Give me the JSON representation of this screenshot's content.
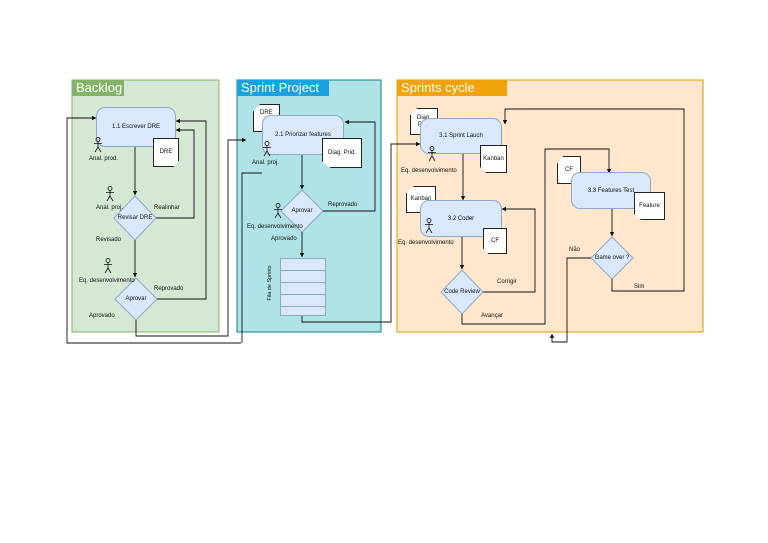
{
  "lanes": {
    "backlog": {
      "title": "Backlog",
      "bg": "#d5e8d4",
      "title_bg": "#82b366"
    },
    "sprint_project": {
      "title": "Sprint Project",
      "bg": "#b0e3e6",
      "title_bg": "#1ba1e2"
    },
    "sprints_cycle": {
      "title": "Sprints cycle",
      "bg": "#ffe6cc",
      "title_bg": "#f0a30a"
    }
  },
  "backlog": {
    "process_write": "1.1 Escrever DRE",
    "doc_dre": "DRE",
    "actor_1": "Anal. prod.",
    "actor_2": "Anal. proj.",
    "decision_review": "Revisar DRE",
    "edge_realign": "Realinhar",
    "edge_reviewed": "Revisado",
    "actor_3": "Eq. desenvolvimento",
    "decision_approve": "Aprovar",
    "edge_rejected": "Reprovado",
    "edge_approved": "Aprovado"
  },
  "sprint_project": {
    "doc_dre": "DRE",
    "process_prioritize": "2.1 Priorizar features",
    "doc_diag": "Diag. Prid.",
    "actor_1": "Anal. proj.",
    "actor_2": "Eq. desenvolvimento",
    "decision_approve": "Aprovar",
    "edge_rejected": "Reprovado",
    "edge_approved": "Aprovado",
    "queue_label": "Fila de Sprints"
  },
  "sprints_cycle": {
    "doc_diag": "Diag.\nPrid.",
    "process_launch": "3.1 Sprint Lauch",
    "doc_kanban_1": "Kanban",
    "actor_1": "Eq. desenvolvimento",
    "doc_kanban_2": "Kanban",
    "process_code": "3.2 Coder",
    "doc_cf_1": "CF",
    "actor_2": "Eq. desenvolvimento",
    "decision_review": "Code Review",
    "edge_fix": "Corrigir",
    "edge_advance": "Avançar",
    "doc_cf_2": "CF",
    "process_test": "3.3 Features Test",
    "doc_feature": "Feature",
    "decision_game_over": "Game over ?",
    "edge_no": "Não",
    "edge_yes": "Sim"
  }
}
